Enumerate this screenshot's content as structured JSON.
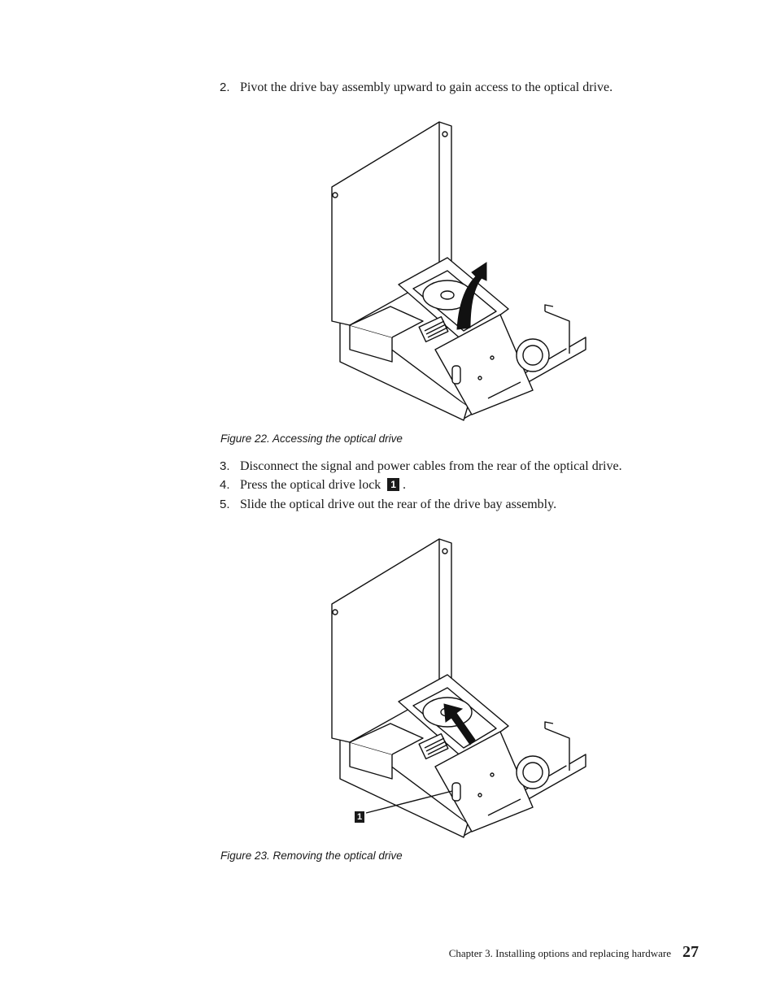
{
  "steps": [
    {
      "num": "2.",
      "text": "Pivot the drive bay assembly upward to gain access to the optical drive."
    },
    {
      "num": "3.",
      "text": "Disconnect the signal and power cables from the rear of the optical drive."
    },
    {
      "num": "4.",
      "text_before": "Press the optical drive lock",
      "callout": "1",
      "text_after": "."
    },
    {
      "num": "5.",
      "text": "Slide the optical drive out the rear of the drive bay assembly."
    }
  ],
  "figures": [
    {
      "caption": "Figure 22. Accessing the optical drive"
    },
    {
      "caption": "Figure 23. Removing the optical drive",
      "callout": "1"
    }
  ],
  "footer": {
    "chapter": "Chapter 3. Installing options and replacing hardware",
    "page_number": "27"
  }
}
